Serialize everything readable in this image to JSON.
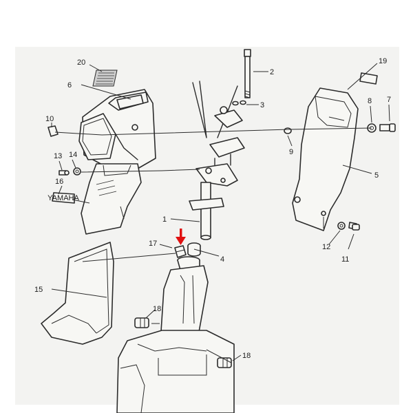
{
  "colors": {
    "background": "#ffffff",
    "sheet": "#f3f3f1",
    "ink": "#2b2b2b",
    "highlight_arrow": "#e01010"
  },
  "labels": {
    "n1": "1",
    "n2": "2",
    "n3": "3",
    "n4": "4",
    "n5": "5",
    "n6": "6",
    "n7": "7",
    "n8": "8",
    "n9": "9",
    "n10": "10",
    "n11": "11",
    "n12": "12",
    "n13": "13",
    "n14": "14",
    "n15": "15",
    "n16": "16",
    "n17": "17",
    "n18a": "18",
    "n18b": "18",
    "n19": "19",
    "n20": "20"
  },
  "emblem_text": "YAMAHA",
  "highlight": {
    "part": "17",
    "icon": "arrow-down-icon"
  }
}
